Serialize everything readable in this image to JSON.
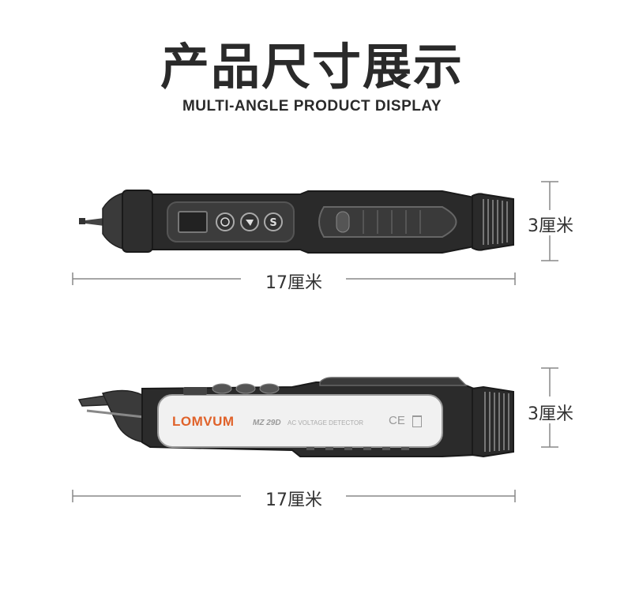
{
  "heading": {
    "title": "产品尺寸展示",
    "subtitle": "MULTI-ANGLE PRODUCT DISPLAY"
  },
  "top_view": {
    "length_label": "17厘米",
    "height_label": "3厘米",
    "buttons": [
      {
        "icon": "power-icon"
      },
      {
        "icon": "flashlight-icon"
      },
      {
        "icon": "s-mode-icon"
      }
    ]
  },
  "side_view": {
    "length_label": "17厘米",
    "height_label": "3厘米",
    "brand": "LOMVUM",
    "model": "MZ 29D",
    "product_name": "AC VOLTAGE DETECTOR",
    "marks": "CE",
    "colors": {
      "brand_orange": "#e0622a",
      "body_dark": "#2b2b2b",
      "body_light": "#f1f1f1"
    }
  }
}
